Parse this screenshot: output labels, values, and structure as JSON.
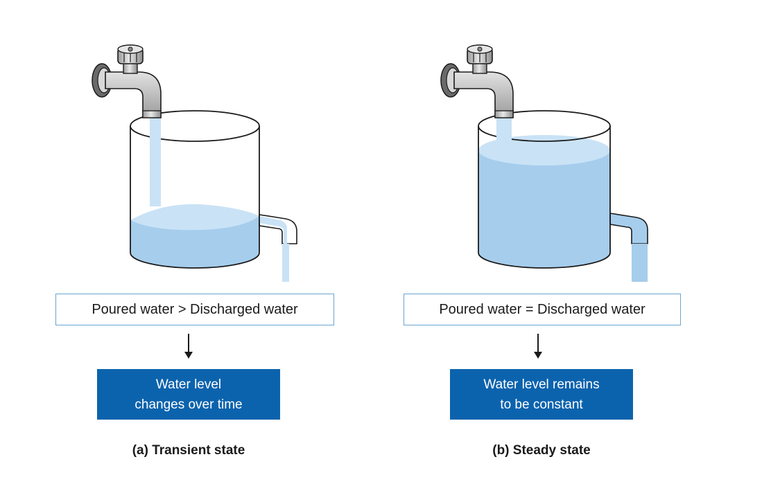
{
  "left_panel": {
    "condition": "Poured water > Discharged water",
    "result_line1": "Water level",
    "result_line2": "changes over time",
    "caption": "(a) Transient state"
  },
  "right_panel": {
    "condition": "Poured water = Discharged water",
    "result_line1": "Water level remains",
    "result_line2": "to be constant",
    "caption": "(b) Steady state"
  },
  "colors": {
    "water_light": "#c9e2f6",
    "water": "#a6cdec",
    "result_box": "#0c63ad",
    "condition_border": "#6aa3cf"
  }
}
